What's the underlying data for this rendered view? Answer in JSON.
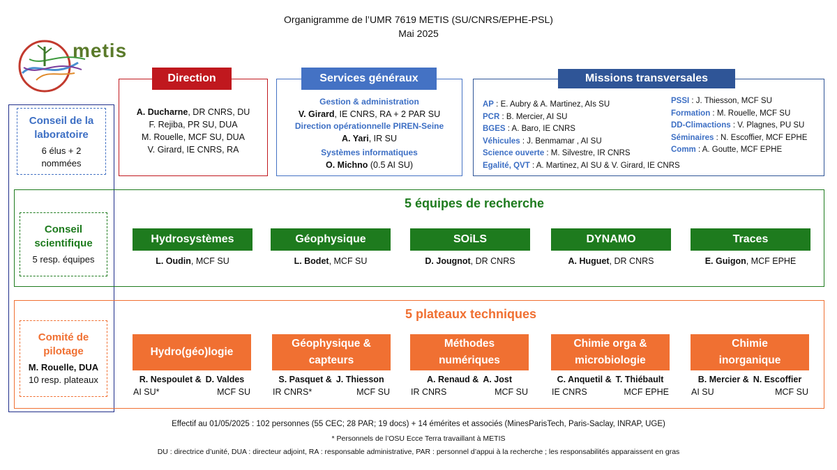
{
  "header": {
    "title": "Organigramme de l’UMR 7619 METIS (SU/CNRS/EPHE-PSL)",
    "date": "Mai 2025"
  },
  "logo": {
    "text": "metis"
  },
  "left": {
    "conseil_labo": {
      "title_1": "Conseil de la",
      "title_2": "laboratoire",
      "sub_1": "6 élus + 2",
      "sub_2": "nommées"
    },
    "conseil_sci": {
      "title_1": "Conseil",
      "title_2": "scientifique",
      "sub": "5 resp. équipes"
    },
    "comite": {
      "title_1": "Comité de",
      "title_2": "pilotage",
      "lead": "M. Rouelle, DUA",
      "sub": "10 resp. plateaux"
    }
  },
  "direction": {
    "label": "Direction",
    "lines": [
      {
        "b": "A. Ducharne",
        "r": ", DR CNRS, DU"
      },
      {
        "b": "",
        "r": "F. Rejiba, PR SU, DUA"
      },
      {
        "b": "",
        "r": "M. Rouelle, MCF SU, DUA"
      },
      {
        "b": "",
        "r": "V. Girard, IE CNRS, RA"
      }
    ]
  },
  "services": {
    "label": "Services généraux",
    "gestion_title": "Gestion & administration",
    "gestion_b": "V. Girard",
    "gestion_r": ", IE CNRS, RA + 2 PAR SU",
    "piren_title": "Direction opérationnelle PIREN-Seine",
    "piren_b": "A. Yari",
    "piren_r": ", IR SU",
    "si_title": "Systèmes informatiques",
    "si_b": "O. Michno",
    "si_r": " (0.5 AI SU)"
  },
  "missions": {
    "label": "Missions transversales",
    "left": [
      {
        "k": "AP",
        "v": " : E. Aubry & A. Martinez, AIs SU"
      },
      {
        "k": "PCR",
        "v": " : B. Mercier, AI SU"
      },
      {
        "k": "BGES",
        "v": " : A. Baro, IE CNRS"
      },
      {
        "k": "Véhicules",
        "v": " : J. Benmamar , AI SU"
      },
      {
        "k": "Science ouverte",
        "v": " : M. Silvestre, IR CNRS"
      },
      {
        "k": "Egalité, QVT",
        "v": " : A. Martinez, AI SU & V. Girard, IE CNRS"
      }
    ],
    "right": [
      {
        "k": "PSSI",
        "v": " : J. Thiesson, MCF SU"
      },
      {
        "k": "Formation",
        "v": " : M. Rouelle, MCF SU"
      },
      {
        "k": "DD-Climactions",
        "v": " :  V. Plagnes, PU SU"
      },
      {
        "k": "Séminaires",
        "v": " : N. Escoffier, MCF EPHE"
      },
      {
        "k": "Comm",
        "v": " : A. Goutte, MCF EPHE"
      }
    ]
  },
  "equipes": {
    "title": "5 équipes de recherche",
    "teams": [
      {
        "name": "Hydrosystèmes",
        "b": "L. Oudin",
        "r": ", MCF SU"
      },
      {
        "name": "Géophysique",
        "b": "L. Bodet",
        "r": ", MCF SU"
      },
      {
        "name": "SOiLS",
        "b": "D. Jougnot",
        "r": ", DR CNRS"
      },
      {
        "name": "DYNAMO",
        "b": "A. Huguet",
        "r": ", DR CNRS"
      },
      {
        "name": "Traces",
        "b": "E. Guigon",
        "r": ", MCF EPHE"
      }
    ]
  },
  "plateaux": {
    "title": "5 plateaux techniques",
    "items": [
      {
        "line1": "Hydro(géo)logie",
        "line2": "",
        "p1": "R. Nespoulet &",
        "p2": "D. Valdes",
        "s1": "AI SU*",
        "s2": "MCF SU"
      },
      {
        "line1": "Géophysique  &",
        "line2": "capteurs",
        "p1": "S. Pasquet &",
        "p2": "J. Thiesson",
        "s1": "IR CNRS*",
        "s2": "MCF SU"
      },
      {
        "line1": "Méthodes",
        "line2": "numériques",
        "p1": "A. Renaud &",
        "p2": "A. Jost",
        "s1": "IR CNRS",
        "s2": "MCF SU"
      },
      {
        "line1": "Chimie orga &",
        "line2": "microbiologie",
        "p1": "C. Anquetil &",
        "p2": "T. Thiébault",
        "s1": "IE CNRS",
        "s2": "MCF EPHE"
      },
      {
        "line1": "Chimie",
        "line2": "inorganique",
        "p1": "B. Mercier &",
        "p2": "N. Escoffier",
        "s1": "AI SU",
        "s2": "MCF SU"
      }
    ]
  },
  "footer": {
    "line1": "Effectif au 01/05/2025  : 102 personnes (55 CEC; 28 PAR; 19 docs) + 14  émérites et associés (MinesParisTech, Paris-Saclay, INRAP, UGE)",
    "line2": "* Personnels de l’OSU Ecce Terra travaillant à METIS",
    "line3": "DU : directrice d’unité, DUA : directeur adjoint, RA : responsable administrative, PAR : personnel d’appui à la recherche ; les responsabilités apparaissent en gras"
  },
  "colors": {
    "direction": "#c0181e",
    "services": "#4472c4",
    "missions": "#2f5597",
    "green": "#1e7b1e",
    "orange": "#f07032",
    "navy": "#1f2e8a"
  }
}
